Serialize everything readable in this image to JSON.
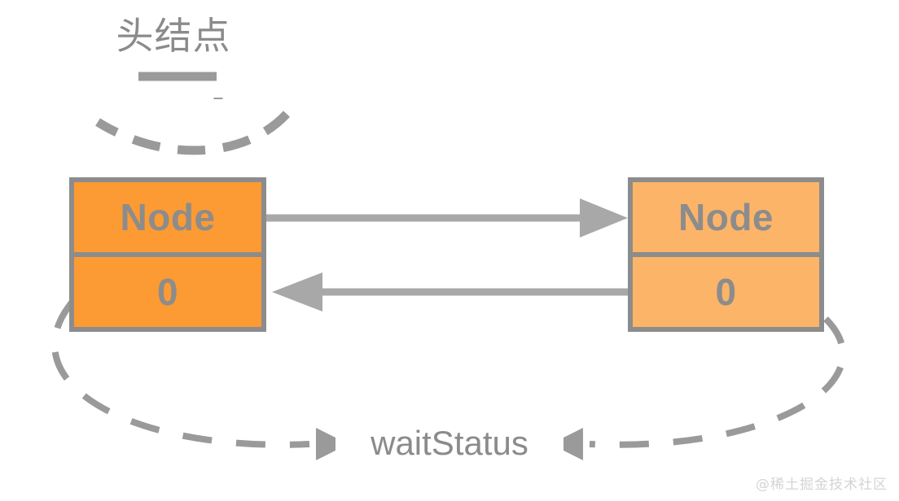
{
  "diagram": {
    "title_caption": "头结点",
    "nodes": [
      {
        "id": "head",
        "type_label": "Node",
        "value_label": "0",
        "fill_color": "#fc9a34",
        "border_color": "#8c8c8c"
      },
      {
        "id": "next",
        "type_label": "Node",
        "value_label": "0",
        "fill_color": "#fcb469",
        "border_color": "#8c8c8c"
      }
    ],
    "connections": [
      {
        "name": "next-pointer",
        "direction": "right",
        "style": "solid",
        "color": "#a8a8a8"
      },
      {
        "name": "prev-pointer",
        "direction": "left",
        "style": "solid",
        "color": "#a8a8a8"
      }
    ],
    "annotations": [
      {
        "name": "head-node-pointer",
        "style": "dashed",
        "color": "#9a9a9a"
      },
      {
        "name": "waitstatus-link",
        "label": "waitStatus",
        "style": "dashed",
        "color": "#9a9a9a"
      }
    ],
    "waitstatus_label": "waitStatus",
    "watermark": "@稀土掘金技术社区",
    "colors": {
      "gray": "#8c8c8c",
      "line_gray": "#a8a8a8",
      "dash_gray": "#9a9a9a",
      "node_head_orange": "#fc9a34",
      "node_next_orange": "#fcb469",
      "background": "#ffffff",
      "watermark_gray": "#d4d4d4"
    }
  }
}
